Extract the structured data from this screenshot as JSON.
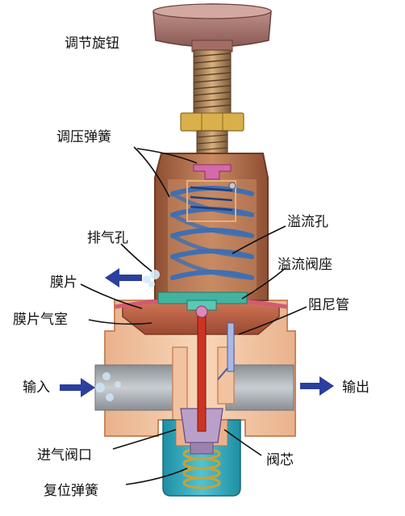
{
  "labels": {
    "knob": "调节旋钮",
    "adjust_spring": "调压弹簧",
    "vent_hole": "排气孔",
    "overflow_hole": "溢流孔",
    "overflow_seat": "溢流阀座",
    "diaphragm": "膜片",
    "damping_tube": "阻尼管",
    "diaphragm_chamber": "膜片气室",
    "input": "输入",
    "output": "输出",
    "inlet_port": "进气阀口",
    "valve_core": "阀芯",
    "return_spring": "复位弹簧"
  },
  "colors": {
    "body": "#f4c6a2",
    "body_edge": "#c9865c",
    "bonnet": "#b06d4a",
    "knob": "#b07a72",
    "spring": "#3f6fb3",
    "diaphragm": "#d35a74",
    "seat": "#43b3a0",
    "stem": "#cc3322",
    "cup": "#2aa3b8",
    "brass": "#d9b04a",
    "arrow": "#2b3f9e",
    "leader": "#111111"
  }
}
